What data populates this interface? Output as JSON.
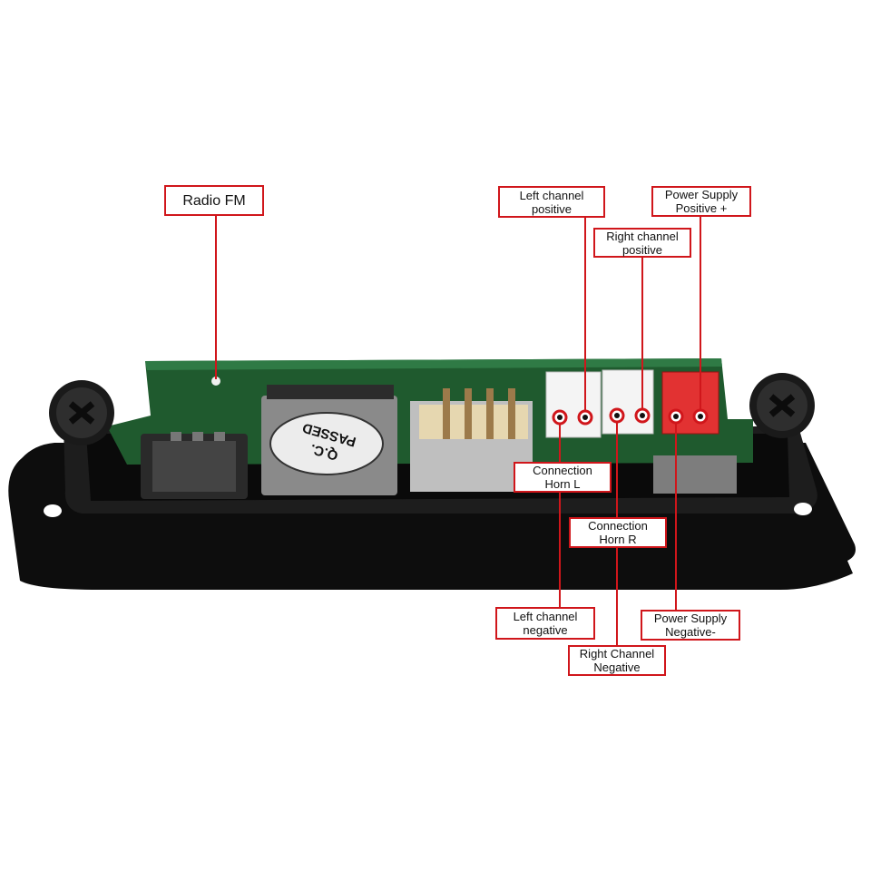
{
  "figure": {
    "subject": "audio decoder board module with mounting bracket",
    "board_stamp": [
      "Q.C.",
      "PASSED"
    ],
    "accent_color": "#d0161b",
    "board_color": "#1f5a2e",
    "bracket_color": "#121212"
  },
  "callouts": {
    "radio_fm": {
      "lines": [
        "Radio FM"
      ]
    },
    "left_pos": {
      "lines": [
        "Left channel",
        "positive"
      ]
    },
    "right_pos": {
      "lines": [
        "Right channel",
        "positive"
      ]
    },
    "power_pos": {
      "lines": [
        "Power Supply",
        "Positive +"
      ]
    },
    "horn_l": {
      "lines": [
        "Connection",
        "Horn L"
      ]
    },
    "horn_r": {
      "lines": [
        "Connection",
        "Horn R"
      ]
    },
    "left_neg": {
      "lines": [
        "Left channel",
        "negative"
      ]
    },
    "right_neg": {
      "lines": [
        "Right Channel",
        "Negative"
      ]
    },
    "power_neg": {
      "lines": [
        "Power Supply",
        "Negative-"
      ]
    }
  }
}
